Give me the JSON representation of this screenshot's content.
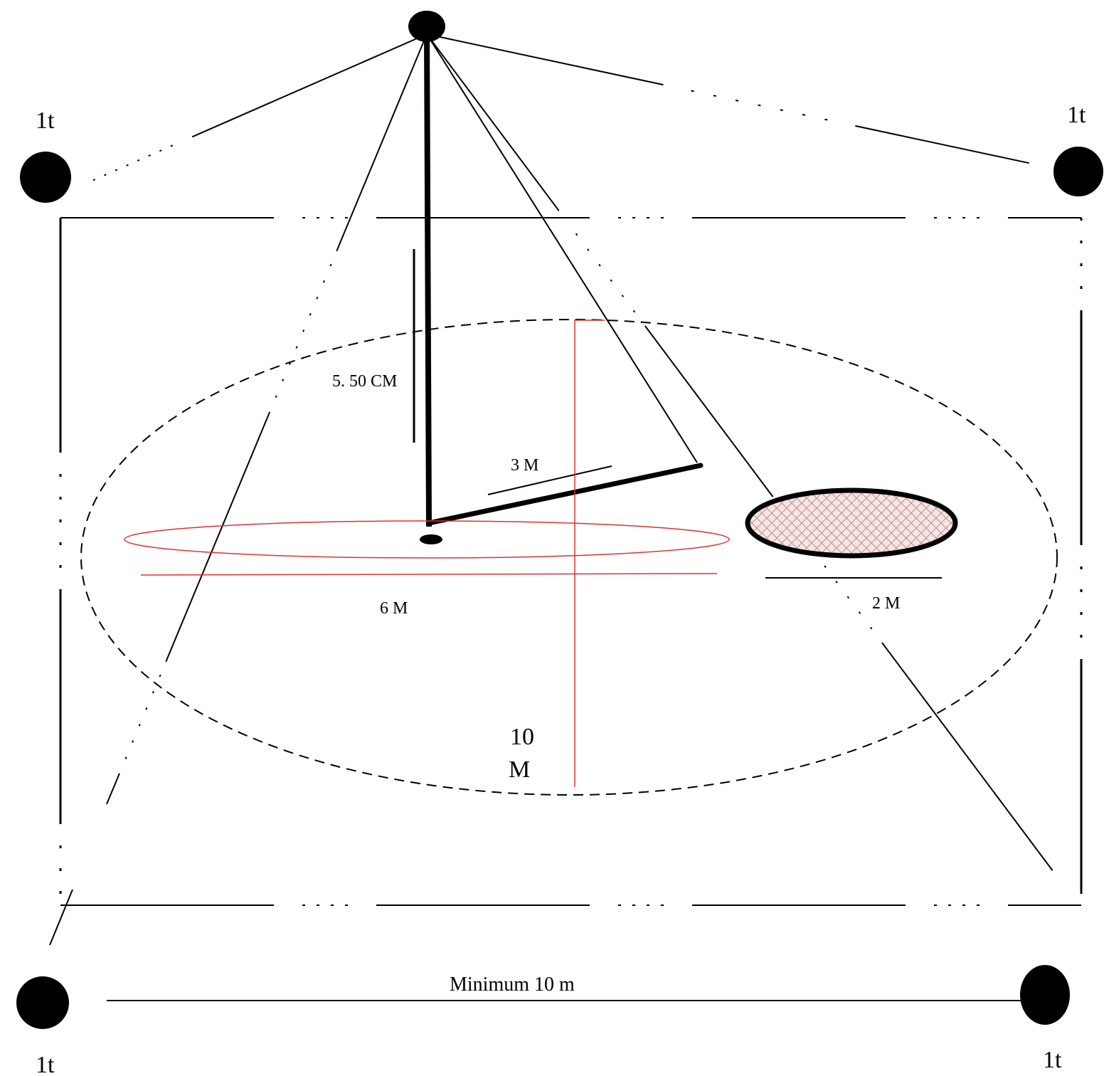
{
  "diagram": {
    "labels": {
      "weight_top_left": "1t",
      "weight_top_right": "1t",
      "weight_bottom_left": "1t",
      "weight_bottom_right": "1t",
      "pole_height": "5. 50 CM",
      "boom_length": "3 M",
      "base_diameter": "6 M",
      "pit_diameter": "2 M",
      "radius_number": "10",
      "radius_unit": "M",
      "anchor_spacing": "Minimum 10 m"
    },
    "colors": {
      "ink": "#000000",
      "red": "#e03030",
      "hatch_fill": "#f3e6e6"
    }
  }
}
